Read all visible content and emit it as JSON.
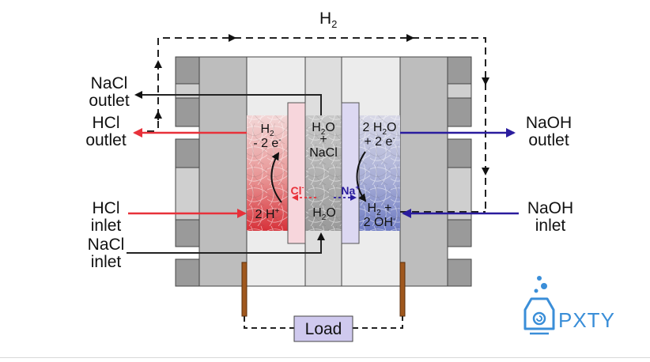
{
  "diagram": {
    "top_gas": "H",
    "top_gas_sub": "2",
    "left_labels": {
      "nacl_outlet": [
        "NaCl",
        "outlet"
      ],
      "hcl_outlet": [
        "HCl",
        "outlet"
      ],
      "hcl_inlet": [
        "HCl",
        "inlet"
      ],
      "nacl_inlet": [
        "NaCl",
        "inlet"
      ]
    },
    "right_labels": {
      "naoh_outlet": [
        "NaOH",
        "outlet"
      ],
      "naoh_inlet": [
        "NaOH",
        "inlet"
      ]
    },
    "anode": {
      "line1": "H",
      "line1_sub": "2",
      "line2": "- 2 e",
      "line2_sup": "-",
      "bottom": "2 H",
      "bottom_sup": "+"
    },
    "middle": {
      "top1": "H",
      "top1_sub": "2",
      "top1_tail": "O",
      "plus": "+",
      "top3": "NaCl",
      "bottom": "H",
      "bottom_sub": "2",
      "bottom_tail": "O"
    },
    "cathode": {
      "line1": "2 H",
      "line1_sub": "2",
      "line1_tail": "O",
      "line2": "+ 2 e",
      "line2_sup": "-",
      "bottom1": "H",
      "bottom1_sub": "2",
      "bottom1_tail": " +",
      "bottom2": "2 OH",
      "bottom2_sup": "-"
    },
    "ions": {
      "chloride": "Cl",
      "chloride_sup": "-",
      "sodium": "Na",
      "sodium_sup": "+"
    },
    "load": "Load"
  },
  "brand": {
    "name": "PXTY",
    "icon": "flask-logo-icon"
  },
  "colors": {
    "hcl_red": "#e8313a",
    "naoh_blue": "#2a1c9e",
    "membrane_pink": "#f7d6dc",
    "membrane_lavender": "#dcd8f2"
  }
}
